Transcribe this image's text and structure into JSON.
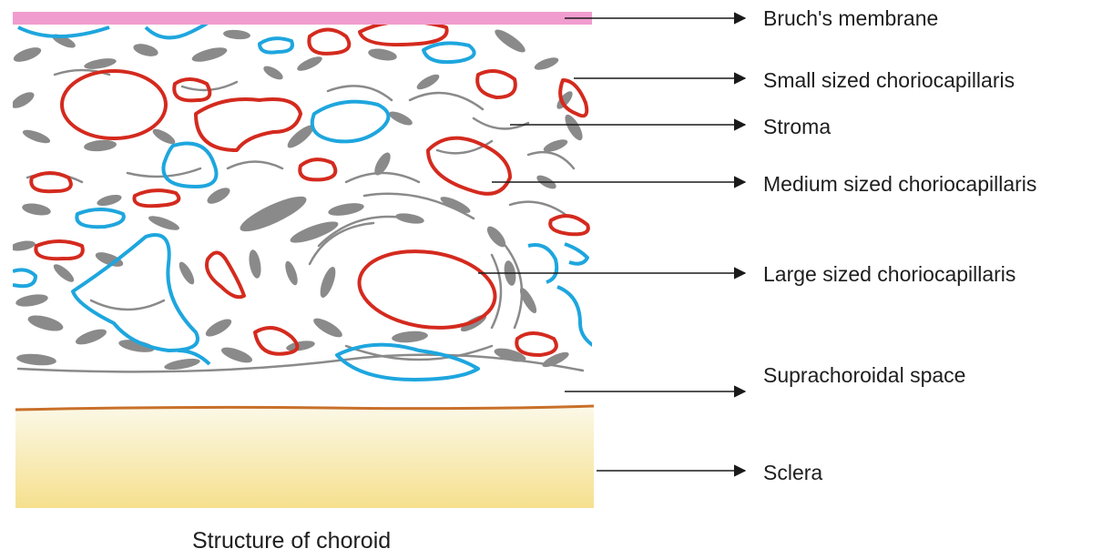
{
  "diagram": {
    "caption": "Structure of choroid",
    "labels": [
      {
        "id": "bruchs-membrane",
        "text": "Bruch's membrane"
      },
      {
        "id": "small-choriocapillaris",
        "text": "Small sized choriocapillaris"
      },
      {
        "id": "stroma",
        "text": "Stroma"
      },
      {
        "id": "medium-choriocapillaris",
        "text": "Medium sized choriocapillaris"
      },
      {
        "id": "large-choriocapillaris",
        "text": "Large sized choriocapillaris"
      },
      {
        "id": "suprachoroidal-space",
        "text": "Suprachoroidal space"
      },
      {
        "id": "sclera",
        "text": "Sclera"
      }
    ]
  },
  "colors": {
    "bruchs_membrane": "#f19ccf",
    "vessel_red": "#d42a1e",
    "vessel_blue": "#1ea6de",
    "stroma_gray": "#8a8a8a",
    "sclera_top": "#f9f6e0",
    "sclera_bottom": "#f5df8f",
    "sclera_line": "#c8702a",
    "arrow": "#1a1a1a"
  }
}
